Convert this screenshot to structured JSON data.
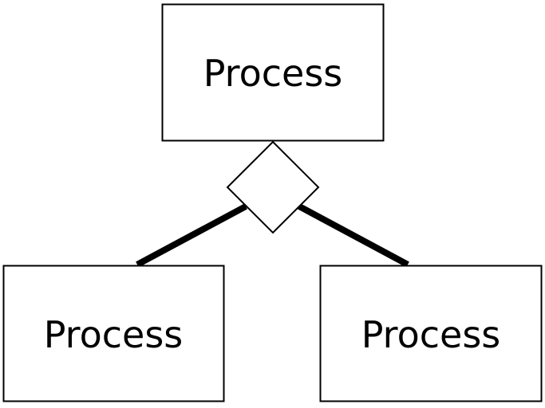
{
  "diagram": {
    "nodes": [
      {
        "id": "top",
        "label": "Process"
      },
      {
        "id": "left",
        "label": "Process"
      },
      {
        "id": "right",
        "label": "Process"
      }
    ],
    "junction": {
      "shape": "diamond"
    },
    "connectors": [
      {
        "from": "junction",
        "to": "left"
      },
      {
        "from": "junction",
        "to": "right"
      }
    ],
    "colors": {
      "stroke": "#000000",
      "fill": "#ffffff"
    }
  }
}
